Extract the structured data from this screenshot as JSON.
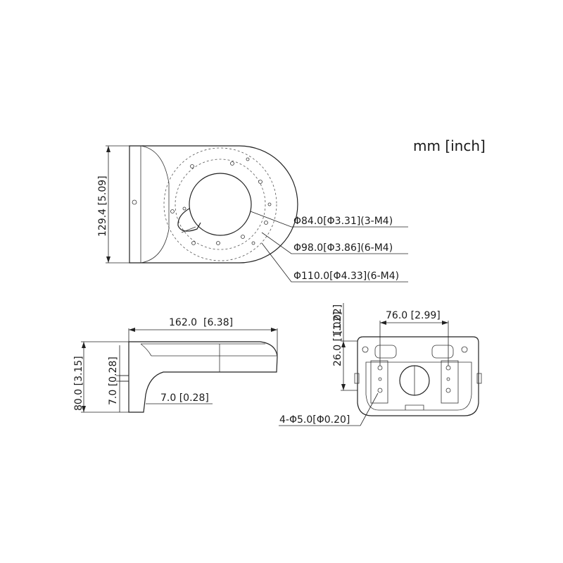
{
  "units": "mm [inch]",
  "top_view": {
    "height_dim": "129.4 [5.09]",
    "callouts": [
      "Φ84.0[Φ3.31](3-M4)",
      "Φ98.0[Φ3.86](6-M4)",
      "Φ110.0[Φ4.33](6-M4)"
    ]
  },
  "side_view": {
    "length_dim": "162.0  [6.38]",
    "height_dim": "80.0 [3.15]",
    "offset_dim": "7.0 [0.28]",
    "arm_dim": "7.0 [0.28]"
  },
  "rear_view": {
    "width_dim": "76.0 [2.99]",
    "height_dim": "26.0 [1.02]",
    "holes_callout": "4-Φ5.0[Φ0.20]"
  }
}
